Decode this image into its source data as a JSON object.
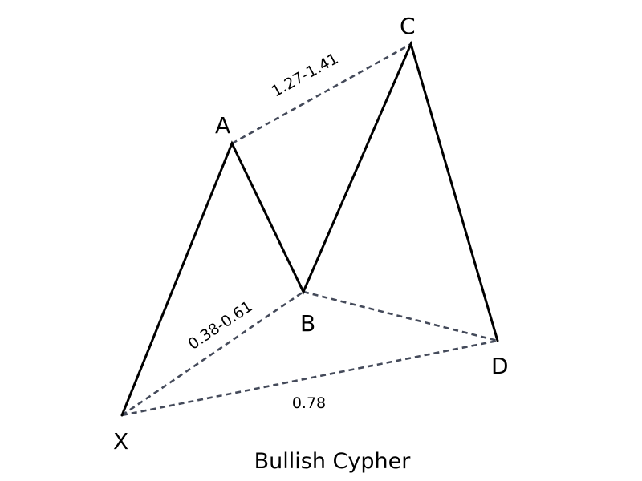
{
  "title": "Bullish Cypher",
  "points": {
    "X": "X",
    "A": "A",
    "B": "B",
    "C": "C",
    "D": "D"
  },
  "ratios": {
    "xb": "0.38-0.61",
    "ac": "1.27-1.41",
    "xd": "0.78"
  }
}
